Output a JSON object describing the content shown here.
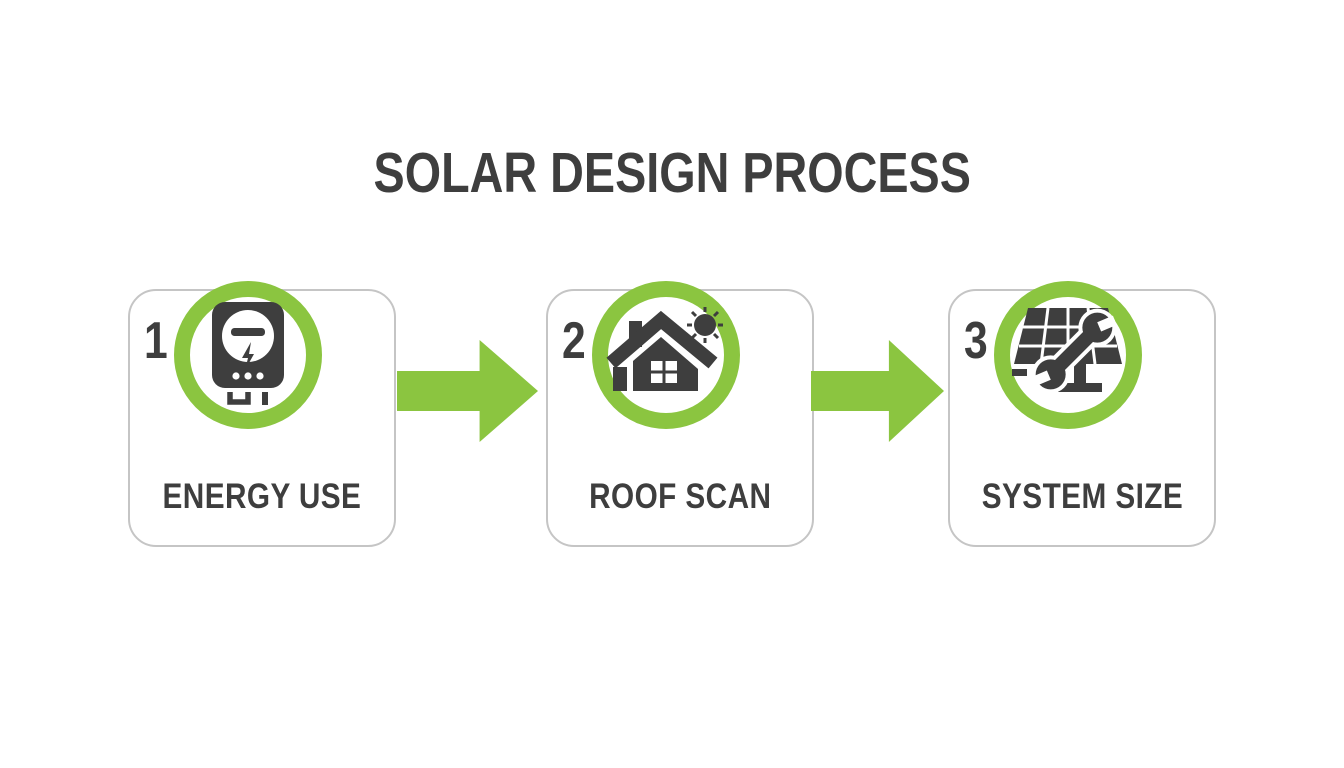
{
  "title": "SOLAR DESIGN PROCESS",
  "colors": {
    "accent_green": "#8BC540",
    "dark_text": "#3E3E3E",
    "card_border": "#C5C5C5",
    "background": "#FFFFFF"
  },
  "steps": [
    {
      "number": "1",
      "label": "ENERGY USE",
      "icon": "electric-meter-icon"
    },
    {
      "number": "2",
      "label": "ROOF SCAN",
      "icon": "house-sun-icon"
    },
    {
      "number": "3",
      "label": "SYSTEM SIZE",
      "icon": "solar-panel-wrench-icon"
    }
  ],
  "connectors": [
    {
      "icon": "arrow-right-icon"
    },
    {
      "icon": "arrow-right-icon"
    }
  ]
}
